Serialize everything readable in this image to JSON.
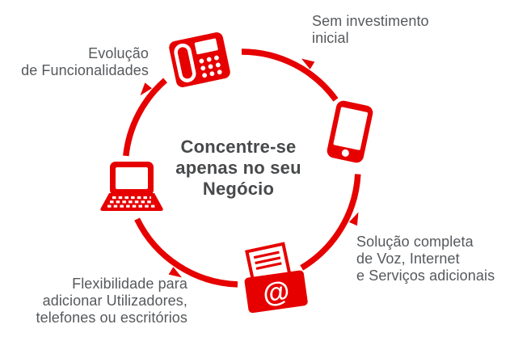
{
  "diagram": {
    "type": "circular-flow-infographic",
    "flow_direction": "counterclockwise",
    "colors": {
      "accent_red": "#e60000",
      "label_text": "#56595c",
      "center_text": "#47494b"
    },
    "center_message": {
      "lines": [
        "Concentre-se",
        "apenas no seu",
        "Negócio"
      ]
    },
    "labels": {
      "top_left": {
        "lines": [
          "Evolução",
          "de Funcionalidades"
        ]
      },
      "top_right": {
        "lines": [
          "Sem investimento",
          "inicial"
        ]
      },
      "bottom_right": {
        "lines": [
          "Solução completa",
          "de Voz, Internet",
          "e Serviços adicionais"
        ]
      },
      "bottom_left": {
        "lines": [
          "Flexibilidade para",
          "adicionar Utilizadores,",
          "telefones ou escritórios"
        ]
      }
    },
    "icons": {
      "top": "desk-phone",
      "right": "mobile-phone",
      "bottom": "fax-email",
      "left": "laptop"
    },
    "fax_at_symbol": "@"
  }
}
